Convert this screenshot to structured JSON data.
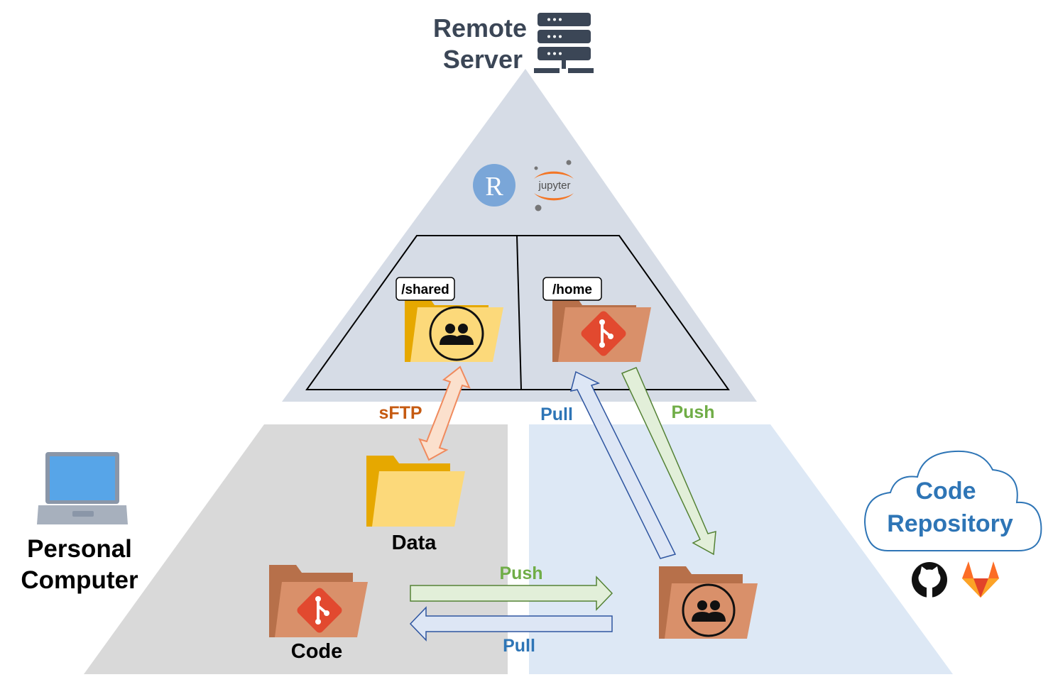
{
  "remote_server": {
    "title_line1": "Remote",
    "title_line2": "Server",
    "icon": "server-rack-icon",
    "apps": [
      {
        "name": "R",
        "icon": "r-logo-icon",
        "color": "#7aa6d8"
      },
      {
        "name": "jupyter",
        "icon": "jupyter-logo-icon",
        "color": "#f37626"
      }
    ],
    "folders": [
      {
        "path": "/shared",
        "icon": "group-icon",
        "color": "#fcd97a"
      },
      {
        "path": "/home",
        "icon": "git-icon",
        "color": "#d9906a"
      }
    ],
    "color": "#d6dce6"
  },
  "personal_computer": {
    "title_line1": "Personal",
    "title_line2": "Computer",
    "icon": "laptop-icon",
    "folders": [
      {
        "label": "Data",
        "icon": "folder-icon",
        "color": "#fcd97a"
      },
      {
        "label": "Code",
        "icon": "git-icon",
        "color": "#d9906a"
      }
    ],
    "color": "#d9d9d9"
  },
  "code_repository": {
    "title_line1": "Code",
    "title_line2": "Repository",
    "icons": [
      "github-icon",
      "gitlab-icon"
    ],
    "folder_icon": "group-icon",
    "color": "#dde8f5"
  },
  "arrows": {
    "sftp": {
      "label": "sFTP",
      "color": "#c55a11"
    },
    "server_pull": {
      "label": "Pull",
      "color": "#2e75b6"
    },
    "server_push": {
      "label": "Push",
      "color": "#70ad47"
    },
    "local_push": {
      "label": "Push",
      "color": "#70ad47"
    },
    "local_pull": {
      "label": "Pull",
      "color": "#2e75b6"
    }
  }
}
